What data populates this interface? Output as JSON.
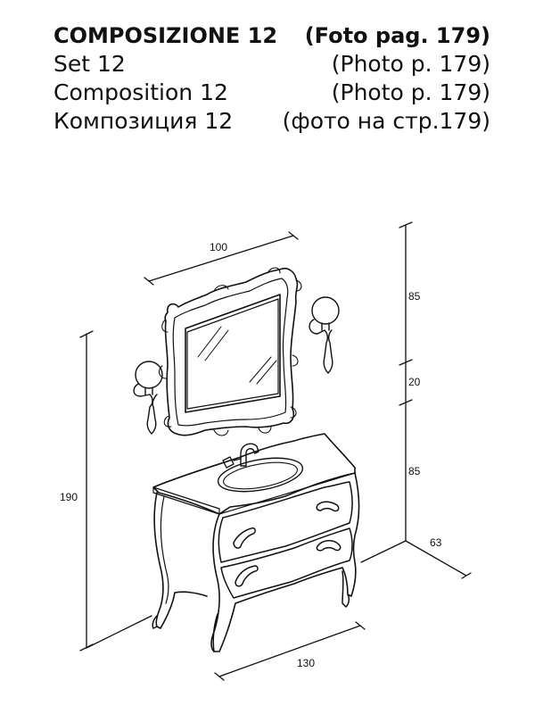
{
  "heading": {
    "lines": [
      {
        "left": "COMPOSIZIONE  12",
        "right": "(Foto pag. 179)"
      },
      {
        "left": "Set  12",
        "right": "(Photo p. 179)"
      },
      {
        "left": "Composition 12",
        "right": "(Photo p. 179)"
      },
      {
        "left": "Композиция  12",
        "right": "(фото на стр.179)"
      }
    ]
  },
  "dimensions": {
    "mirror_width": "100",
    "mirror_height": "85",
    "gap": "20",
    "cabinet_height": "85",
    "depth": "63",
    "total_height": "190",
    "cabinet_width": "130"
  }
}
